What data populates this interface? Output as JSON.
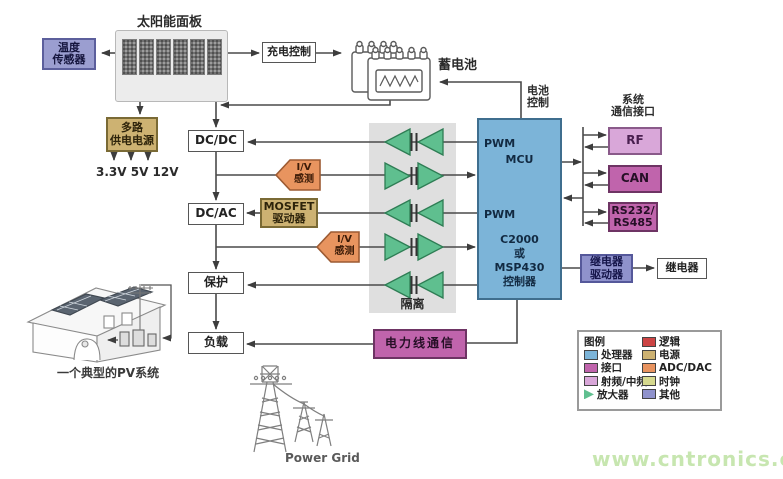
{
  "diagram": {
    "solar_panel_label": "太阳能面板",
    "temp_sensor": [
      "温度",
      "传感器"
    ],
    "charge_control": "充电控制",
    "battery_label": "蓄电池",
    "battery_control": [
      "电池",
      "控制"
    ],
    "multi_power": [
      "多路",
      "供电电源"
    ],
    "voltages": "3.3V 5V 12V",
    "dcdc": "DC/DC",
    "dcac": "DC/AC",
    "protection": "保护",
    "load": "负载",
    "iv_sense": [
      "I/V",
      "感测"
    ],
    "mosfet_driver": [
      "MOSFET",
      "驱动器"
    ],
    "isolation": "隔离",
    "mcu": {
      "pwm_top": "PWM",
      "name": "MCU",
      "pwm_bottom": "PWM",
      "chip_lines": [
        "C2000",
        "或",
        "MSP430",
        "控制器"
      ]
    },
    "sys_comm": [
      "系统",
      "通信接口"
    ],
    "rf": "RF",
    "can": "CAN",
    "rs": [
      "RS232/",
      "RS485"
    ],
    "relay_driver": [
      "继电器",
      "驱动器"
    ],
    "relay": "继电器",
    "plc": "电力线通信",
    "pv_caption": "一个典型的PV系统",
    "power_grid": "Power Grid",
    "watermark": "www.cntronics.com"
  },
  "legend": {
    "title": "图例",
    "items": [
      {
        "label": "处理器",
        "color": "#7cb4d8",
        "shape": "square"
      },
      {
        "label": "接口",
        "color": "#c064ac",
        "shape": "square"
      },
      {
        "label": "射频/中频",
        "color": "#d9a7d9",
        "shape": "square"
      },
      {
        "label": "放大器",
        "color": "#5fbf8f",
        "shape": "triangle"
      },
      {
        "label": "逻辑",
        "color": "#cc4444",
        "shape": "square"
      },
      {
        "label": "电源",
        "color": "#cdb272",
        "shape": "square"
      },
      {
        "label": "ADC/DAC",
        "color": "#e8935f",
        "shape": "square"
      },
      {
        "label": "时钟",
        "color": "#d6d98e",
        "shape": "square"
      },
      {
        "label": "其他",
        "color": "#8f92cc",
        "shape": "square"
      }
    ]
  },
  "isolation_rows": [
    "left",
    "right",
    "left",
    "right",
    "left"
  ],
  "colors": {
    "mcu_blue": "#7cb4d8",
    "interface_magenta": "#c064ac",
    "rf_pink": "#d9a7d9",
    "amplifier_green": "#5fbf8f",
    "amplifier_border": "#2e7d54",
    "power_tan": "#cdb272",
    "adc_orange": "#e8935f",
    "other_purple": "#8f92cc",
    "logic_red": "#cc4444",
    "clock_yellow": "#d6d98e",
    "isolation_gray": "#dfdfdf",
    "line": "#4a4a4a",
    "watermark_green": "#c7e6b0"
  }
}
